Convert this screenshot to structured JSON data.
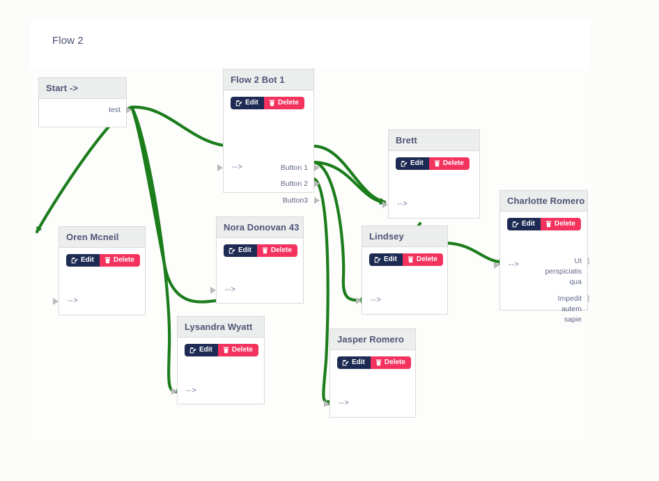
{
  "header": {
    "flow_title": "Flow 2"
  },
  "colors": {
    "edge": "#1b7d1b",
    "edit_button": "#1d2a53",
    "delete_button": "#f4325e",
    "node_header": "#eceded",
    "node_border": "#d8d8d8",
    "title_text": "#4e5575",
    "canvas": "#fdfdfc",
    "page_background": "#fcfcfb"
  },
  "labels": {
    "edit": "Edit",
    "delete": "Delete",
    "input_arrow": "-->"
  },
  "icons": {
    "edit": "pencil-square-icon",
    "delete": "trash-icon"
  },
  "nodes": [
    {
      "id": "start",
      "title": "Start ->",
      "has_buttons": false,
      "inputs": [],
      "outputs": [
        "test"
      ]
    },
    {
      "id": "flow2bot1",
      "title": "Flow 2 Bot 1",
      "has_buttons": true,
      "inputs": [
        "-->"
      ],
      "outputs": [
        "Button 1",
        "Button 2",
        "Button3"
      ]
    },
    {
      "id": "oren",
      "title": "Oren Mcneil",
      "has_buttons": true,
      "inputs": [
        "-->"
      ],
      "outputs": []
    },
    {
      "id": "nora",
      "title": "Nora Donovan 43",
      "has_buttons": true,
      "inputs": [
        "-->"
      ],
      "outputs": []
    },
    {
      "id": "lysandra",
      "title": "Lysandra Wyatt",
      "has_buttons": true,
      "inputs": [
        "-->"
      ],
      "outputs": []
    },
    {
      "id": "brett",
      "title": "Brett",
      "has_buttons": true,
      "inputs": [
        "-->"
      ],
      "outputs": []
    },
    {
      "id": "lindsey",
      "title": "Lindsey",
      "has_buttons": true,
      "inputs": [
        "-->"
      ],
      "outputs": []
    },
    {
      "id": "jasper",
      "title": "Jasper Romero",
      "has_buttons": true,
      "inputs": [
        "-->"
      ],
      "outputs": []
    },
    {
      "id": "charlotte",
      "title": "Charlotte Romero",
      "has_buttons": true,
      "inputs": [
        "-->"
      ],
      "outputs": [
        "Ut perspiciatis qua",
        "Impedit autem sapie"
      ]
    }
  ],
  "node_text": {
    "start_title": "Start ->",
    "start_port_test": "test",
    "flow2bot1_title": "Flow 2 Bot 1",
    "flow2bot1_in": "-->",
    "flow2bot1_btn1": "Button 1",
    "flow2bot1_btn2": "Button 2",
    "flow2bot1_btn3": "Button3",
    "oren_title": "Oren Mcneil",
    "oren_in": "-->",
    "nora_title": "Nora Donovan 43",
    "nora_in": "-->",
    "lysandra_title": "Lysandra Wyatt",
    "lysandra_in": "-->",
    "brett_title": "Brett",
    "brett_in": "-->",
    "lindsey_title": "Lindsey",
    "lindsey_in": "-->",
    "jasper_title": "Jasper Romero",
    "jasper_in": "-->",
    "charlotte_title": "Charlotte Romero",
    "charlotte_in": "-->",
    "charlotte_out1_l1": "Ut",
    "charlotte_out1_l2": "perspiciatis",
    "charlotte_out1_l3": "qua",
    "charlotte_out2_l1": "Impedit",
    "charlotte_out2_l2": "autem",
    "charlotte_out2_l3": "sapie"
  },
  "edges": [
    {
      "from": "start.test",
      "to": "flow2bot1.in"
    },
    {
      "from": "start.test",
      "to": "oren.in"
    },
    {
      "from": "start.test",
      "to": "nora.in"
    },
    {
      "from": "start.test",
      "to": "lysandra.in"
    },
    {
      "from": "flow2bot1.Button 1",
      "to": "brett.in"
    },
    {
      "from": "flow2bot1.Button 2",
      "to": "brett.in"
    },
    {
      "from": "flow2bot1.Button 2",
      "to": "lindsey.in"
    },
    {
      "from": "flow2bot1.Button3",
      "to": "jasper.in"
    },
    {
      "from": "brett.out",
      "to": "lindsey.in"
    },
    {
      "from": "lindsey.out",
      "to": "charlotte.in"
    }
  ]
}
